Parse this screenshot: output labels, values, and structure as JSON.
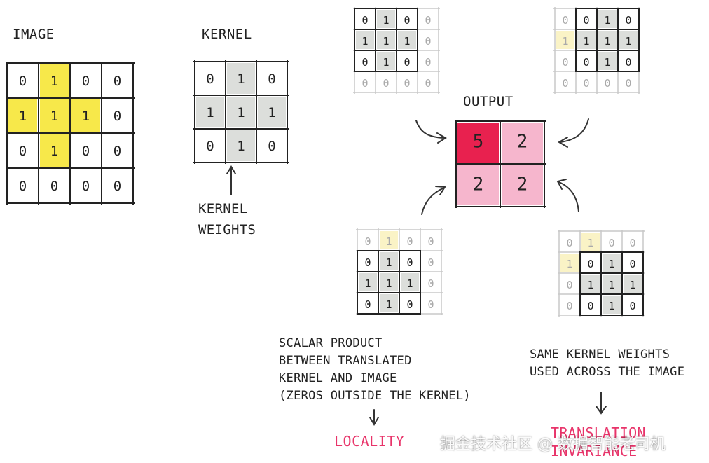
{
  "labels": {
    "image": "IMAGE",
    "kernel": "KERNEL",
    "output": "OUTPUT",
    "kernel_weights": "KERNEL\nWEIGHTS",
    "scalar_note": "SCALAR PRODUCT\nBETWEEN TRANSLATED\nKERNEL AND IMAGE\n(ZEROS OUTSIDE THE KERNEL)",
    "same_note": "SAME KERNEL WEIGHTS\nUSED ACROSS THE IMAGE",
    "locality": "LOCALITY",
    "translation_invariance": "TRANSLATION\nINVARIANCE",
    "watermark": "掘金技术社区 @ 数据智能老司机"
  },
  "colors": {
    "image_highlight": "#f7e84a",
    "kernel_shade": "#dcdedb",
    "output_high": "#e8214f",
    "output_low": "#f6b6cd",
    "accent_text": "#e8346a"
  },
  "image_grid": [
    [
      "0",
      "1",
      "0",
      "0"
    ],
    [
      "1",
      "1",
      "1",
      "0"
    ],
    [
      "0",
      "1",
      "0",
      "0"
    ],
    [
      "0",
      "0",
      "0",
      "0"
    ]
  ],
  "kernel_grid": [
    [
      "0",
      "1",
      "0"
    ],
    [
      "1",
      "1",
      "1"
    ],
    [
      "0",
      "1",
      "0"
    ]
  ],
  "output_grid": [
    [
      "5",
      "2"
    ],
    [
      "2",
      "2"
    ]
  ],
  "translated_grids": {
    "top_left": [
      [
        "0",
        "1",
        "0",
        "0"
      ],
      [
        "1",
        "1",
        "1",
        "0"
      ],
      [
        "0",
        "1",
        "0",
        "0"
      ],
      [
        "0",
        "0",
        "0",
        "0"
      ]
    ],
    "top_right": [
      [
        "0",
        "0",
        "1",
        "0"
      ],
      [
        "1",
        "1",
        "1",
        "1"
      ],
      [
        "0",
        "0",
        "1",
        "0"
      ],
      [
        "0",
        "0",
        "0",
        "0"
      ]
    ],
    "bottom_left": [
      [
        "0",
        "1",
        "0",
        "0"
      ],
      [
        "0",
        "1",
        "0",
        "0"
      ],
      [
        "1",
        "1",
        "1",
        "0"
      ],
      [
        "0",
        "1",
        "0",
        "0"
      ]
    ],
    "bottom_right": [
      [
        "0",
        "1",
        "0",
        "0"
      ],
      [
        "1",
        "0",
        "1",
        "0"
      ],
      [
        "0",
        "1",
        "1",
        "1"
      ],
      [
        "0",
        "0",
        "1",
        "0"
      ]
    ]
  }
}
